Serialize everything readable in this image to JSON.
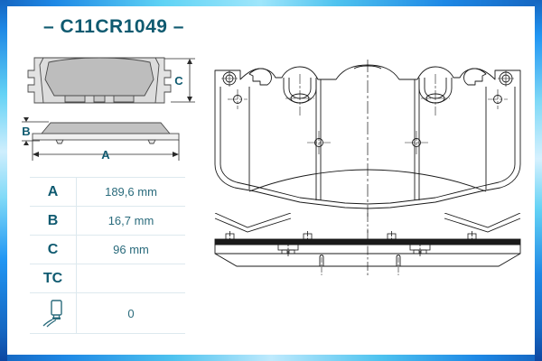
{
  "page": {
    "product_code": "– C11CR1049 –",
    "accent_color": "#0f5a70",
    "frame_color": "#1e88e5",
    "background": "#ffffff"
  },
  "diagram": {
    "left_front_view": {
      "name": "brake-pad-front-view-thumbnail",
      "dimension_label_c": "C",
      "fill_color": "#c9c9c9",
      "outline_color": "#3a3a3a"
    },
    "left_side_view": {
      "name": "brake-pad-side-view-thumbnail",
      "dimension_label_b": "B",
      "dimension_label_a": "A",
      "fill_color": "#c9c9c9"
    },
    "right_front_view": {
      "name": "brake-pad-technical-front-view",
      "line_color": "#1a1a1a"
    },
    "right_side_view": {
      "name": "brake-pad-technical-side-view",
      "line_color": "#1a1a1a"
    }
  },
  "spec_table": {
    "rows": [
      {
        "key": "A",
        "value": "189,6 mm",
        "icon": null
      },
      {
        "key": "B",
        "value": "16,7 mm",
        "icon": null
      },
      {
        "key": "C",
        "value": "96 mm",
        "icon": null
      },
      {
        "key": "TC",
        "value": "",
        "icon": null
      },
      {
        "key": "",
        "value": "0",
        "icon": "wear-sensor-icon"
      }
    ]
  }
}
